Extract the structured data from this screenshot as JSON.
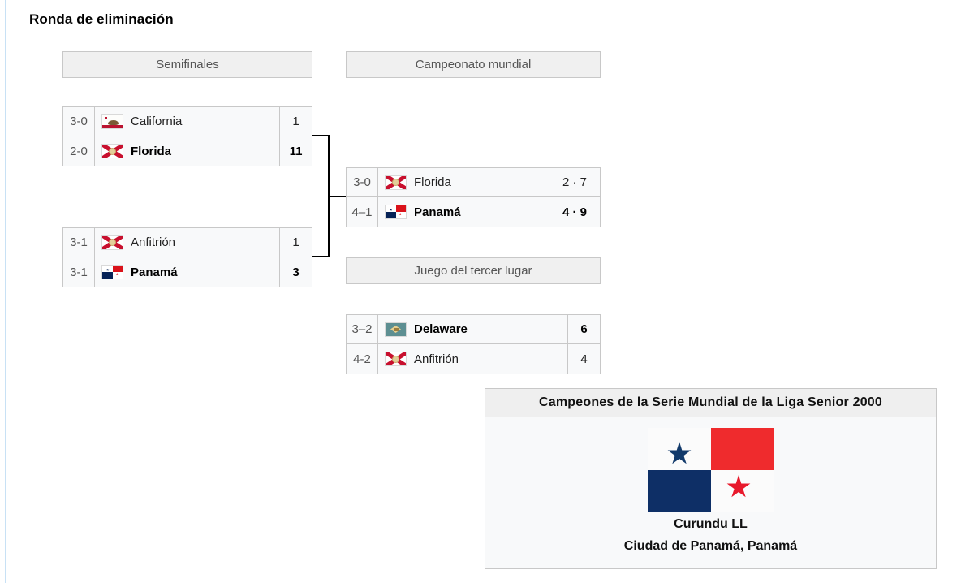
{
  "page": {
    "section_title": "Ronda de eliminación"
  },
  "rounds": [
    {
      "id": "semifinals",
      "label": "Semifinales"
    },
    {
      "id": "championship",
      "label": "Campeonato mundial"
    },
    {
      "id": "third_place",
      "label": "Juego del tercer lugar"
    }
  ],
  "matches": {
    "semifinal_1": {
      "rows": [
        {
          "record": "3-0",
          "team": "California",
          "flag": "california-flag",
          "score": "1",
          "winner": false
        },
        {
          "record": "2-0",
          "team": "Florida",
          "flag": "florida-flag",
          "score": "11",
          "winner": true
        }
      ]
    },
    "semifinal_2": {
      "rows": [
        {
          "record": "3-1",
          "team": "Anfitrión",
          "flag": "florida-flag",
          "score": "1",
          "winner": false
        },
        {
          "record": "3-1",
          "team": "Panamá",
          "flag": "panama-flag",
          "score": "3",
          "winner": true
        }
      ]
    },
    "final": {
      "rows": [
        {
          "record": "3-0",
          "team": "Florida",
          "flag": "florida-flag",
          "score": "2 · 7",
          "winner": false
        },
        {
          "record": "4–1",
          "team": "Panamá",
          "flag": "panama-flag",
          "score": "4 · 9",
          "winner": true
        }
      ]
    },
    "third_place": {
      "rows": [
        {
          "record": "3–2",
          "team": "Delaware",
          "flag": "delaware-flag",
          "score": "6",
          "winner": true
        },
        {
          "record": "4-2",
          "team": "Anfitrión",
          "flag": "florida-flag",
          "score": "4",
          "winner": false
        }
      ]
    }
  },
  "champion": {
    "header": "Campeones de la Serie Mundial de la Liga Senior 2000",
    "flag": "panama-flag",
    "team": "Curundu LL",
    "location": "Ciudad de Panamá, Panamá"
  },
  "colors": {
    "accent_blue": "#c8e1f5",
    "header_fill": "#f0f0f0",
    "border": "#c8c8c8",
    "cell_fill": "#f8f9fa",
    "panama_red": "#da121a",
    "panama_blue": "#072357",
    "florida_red": "#c8102e",
    "delaware_blue": "#5d8f92"
  }
}
